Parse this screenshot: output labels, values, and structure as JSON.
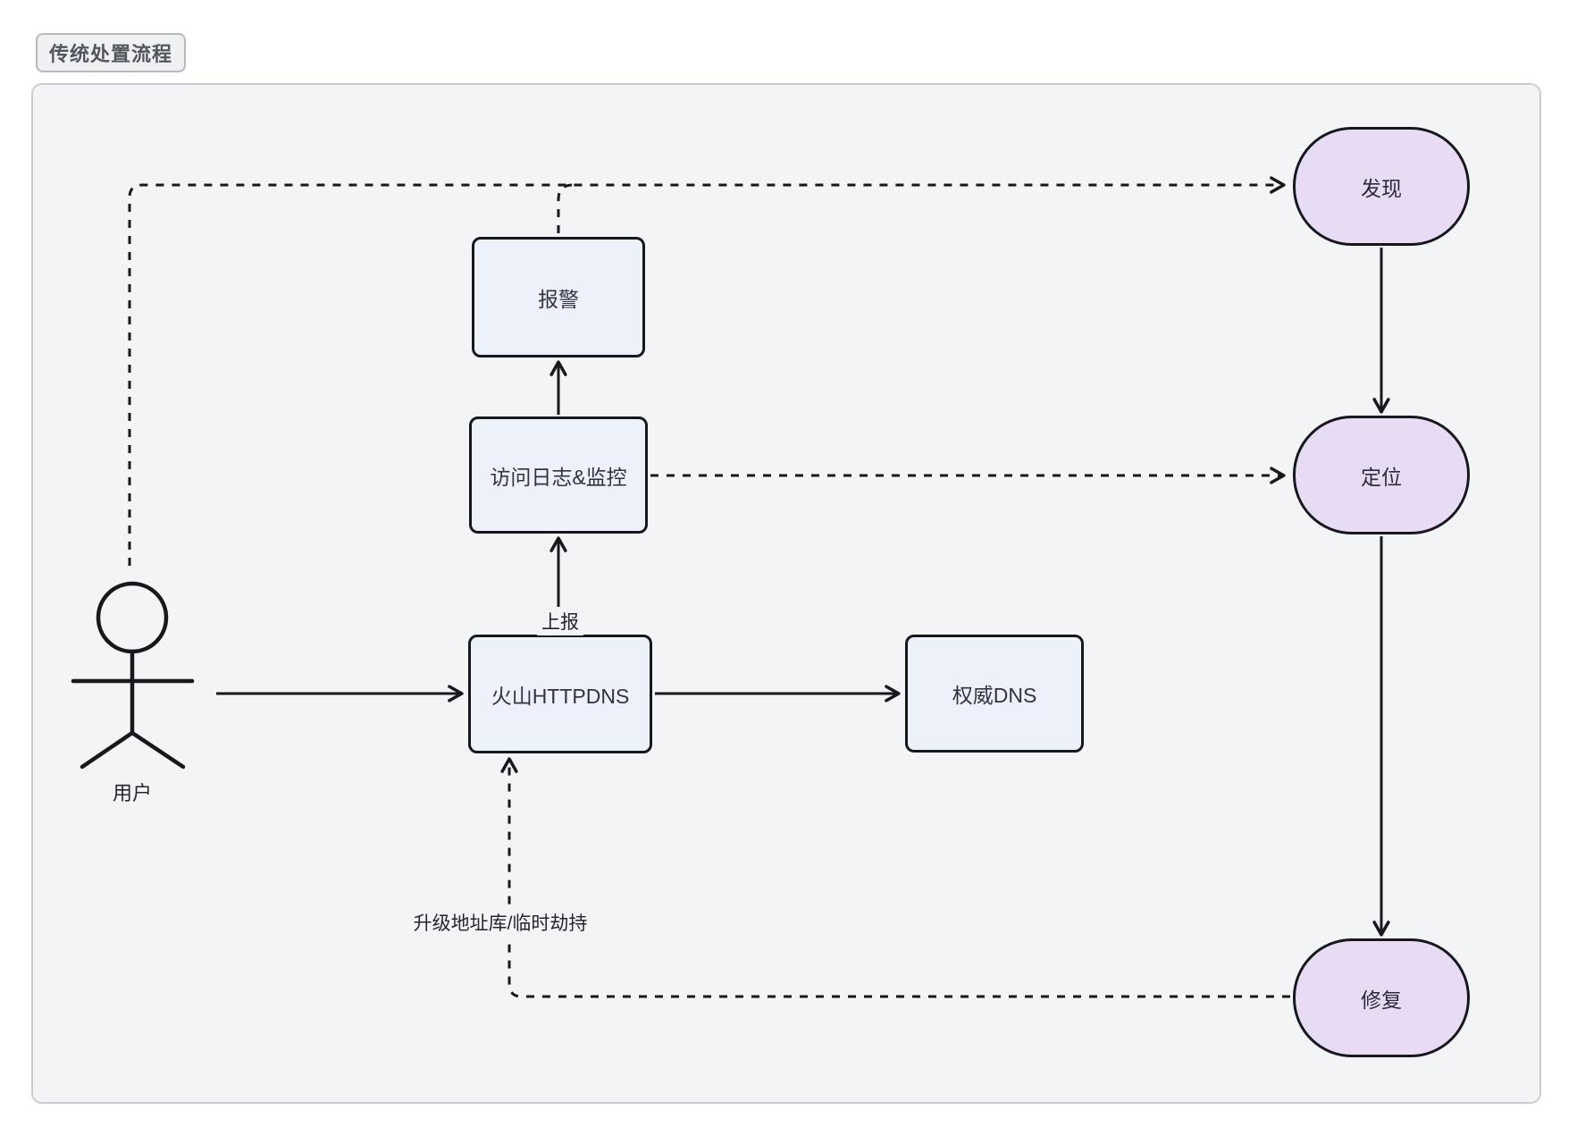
{
  "badge": {
    "label": "传统处置流程"
  },
  "actor": {
    "label": "用户"
  },
  "nodes": {
    "alarm": {
      "label": "报警",
      "shape": "box"
    },
    "log": {
      "label": "访问日志&监控",
      "shape": "box"
    },
    "httpdns": {
      "label": "火山HTTPDNS",
      "shape": "box"
    },
    "authdns": {
      "label": "权威DNS",
      "shape": "box"
    },
    "discover": {
      "label": "发现",
      "shape": "pill"
    },
    "locate": {
      "label": "定位",
      "shape": "pill"
    },
    "fix": {
      "label": "修复",
      "shape": "pill"
    }
  },
  "edge_labels": {
    "report": "上报",
    "upgrade": "升级地址库/临时劫持"
  },
  "edges": [
    {
      "from": "user",
      "to": "httpdns",
      "style": "solid"
    },
    {
      "from": "httpdns",
      "to": "authdns",
      "style": "solid"
    },
    {
      "from": "httpdns",
      "to": "log",
      "style": "solid",
      "label": "上报"
    },
    {
      "from": "log",
      "to": "alarm",
      "style": "solid"
    },
    {
      "from": "discover",
      "to": "locate",
      "style": "solid"
    },
    {
      "from": "locate",
      "to": "fix",
      "style": "solid"
    },
    {
      "from": "user",
      "to": "discover",
      "style": "dashed"
    },
    {
      "from": "alarm",
      "to": "discover",
      "style": "dashed"
    },
    {
      "from": "log",
      "to": "locate",
      "style": "dashed"
    },
    {
      "from": "fix",
      "to": "httpdns",
      "style": "dashed",
      "label": "升级地址库/临时劫持"
    }
  ],
  "colors": {
    "page_bg": "#ffffff",
    "panel_bg": "#f3f4f6",
    "panel_border": "#c9ccd2",
    "line": "#16181d",
    "box_fill": "#edf1f9",
    "box_text": "#2e3540",
    "pill_fill": "#e8dcf5",
    "pill_text": "#2f2a38",
    "label_text": "#22262e",
    "badge_bg": "#eff0f2",
    "badge_border": "#b6bac0",
    "badge_text": "#52575f"
  }
}
